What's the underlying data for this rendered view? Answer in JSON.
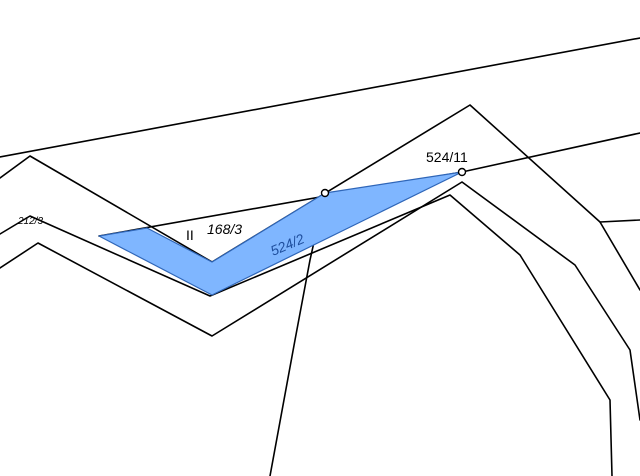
{
  "map": {
    "highlight_color": "#7fb6ff",
    "highlight_stroke": "#2f66b8",
    "line_color": "#000000",
    "labels": {
      "parcel_212_3": "212/3",
      "roman_mark": "II",
      "parcel_168_3": "168/3",
      "parcel_524_2": "524/2",
      "parcel_524_11": "524/11"
    }
  }
}
